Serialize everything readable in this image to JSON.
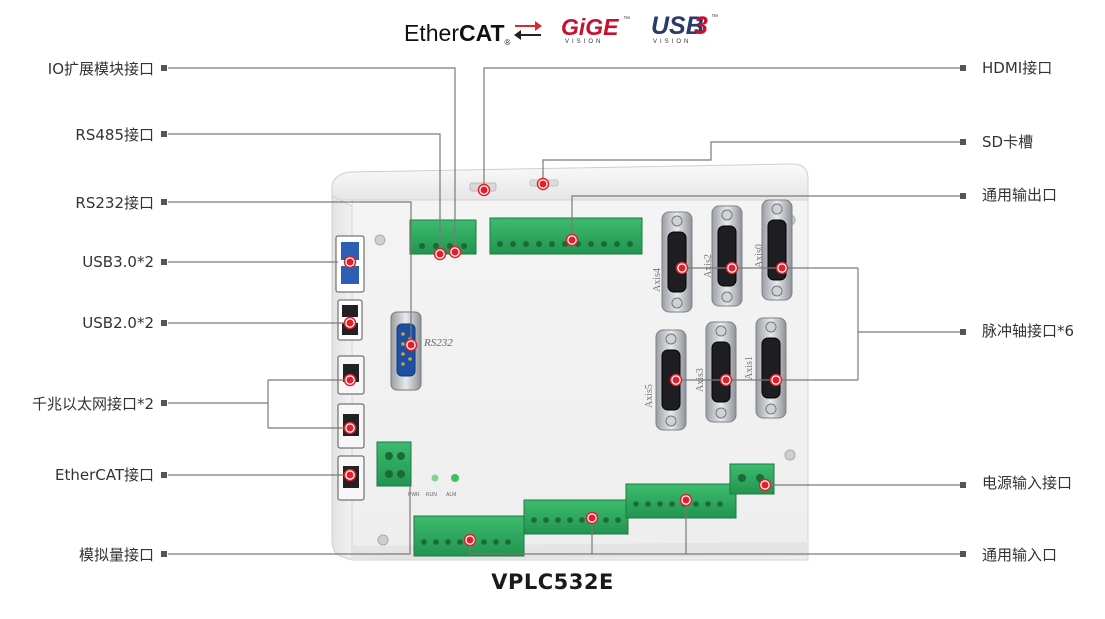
{
  "logos": {
    "ethercat": {
      "prefix": "Ether",
      "bold": "CAT",
      "mark": "®"
    },
    "gige": {
      "name": "GiGE",
      "sub": "VISION",
      "tm": "™"
    },
    "usb3": {
      "name": "USB",
      "digit": "3",
      "sub": "VISION",
      "tm": "™"
    }
  },
  "labels_left": [
    {
      "text": "IO扩展模块接口"
    },
    {
      "text": "RS485接口"
    },
    {
      "text": "RS232接口"
    },
    {
      "text": "USB3.0*2"
    },
    {
      "text": "USB2.0*2"
    },
    {
      "text": "千兆以太网接口*2"
    },
    {
      "text": "EtherCAT接口"
    },
    {
      "text": "模拟量接口"
    }
  ],
  "labels_right": [
    {
      "text": "HDMI接口"
    },
    {
      "text": "SD卡槽"
    },
    {
      "text": "通用输出口"
    },
    {
      "text": "脉冲轴接口*6"
    },
    {
      "text": "电源输入接口"
    },
    {
      "text": "通用输入口"
    }
  ],
  "device": {
    "model": "VPLC532E",
    "rs232_print": "RS232",
    "axis_top": [
      "Axis4",
      "Axis2",
      "Axis0"
    ],
    "axis_bottom": [
      "Axis5",
      "Axis3",
      "Axis1"
    ],
    "led_labels": [
      "PWR",
      "RUN",
      "ALM"
    ]
  },
  "colors": {
    "leader": "#7a7a7a",
    "dot": "#e0202a",
    "terminal_green": "#2fa860",
    "panel": "#f1f1f1",
    "text": "#333333"
  }
}
